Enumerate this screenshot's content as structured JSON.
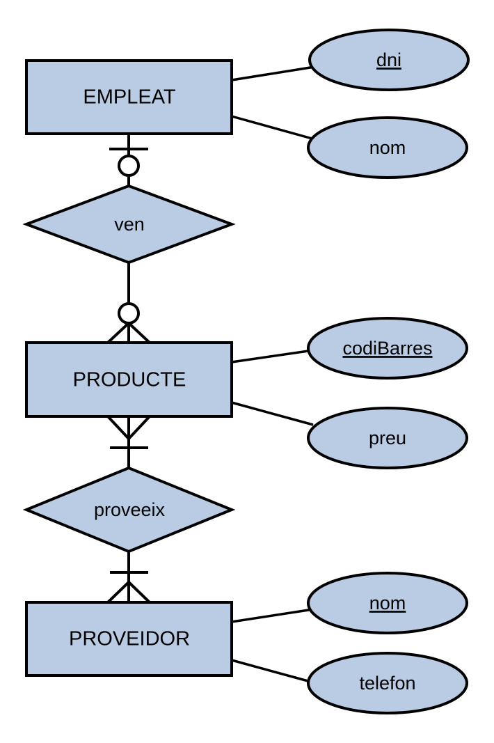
{
  "diagram": {
    "type": "entity-relationship-diagram",
    "notation": "crows-foot",
    "language": "ca",
    "colors": {
      "shape_fill": "#b9cce4",
      "stroke": "#000000",
      "background": "#ffffff",
      "text": "#000000"
    },
    "entities": [
      {
        "id": "empleat",
        "label": "EMPLEAT",
        "attributes": [
          {
            "id": "empleat-dni",
            "label": "dni",
            "primary_key": true
          },
          {
            "id": "empleat-nom",
            "label": "nom",
            "primary_key": false
          }
        ]
      },
      {
        "id": "producte",
        "label": "PRODUCTE",
        "attributes": [
          {
            "id": "producte-codibarres",
            "label": "codiBarres",
            "primary_key": true
          },
          {
            "id": "producte-preu",
            "label": "preu",
            "primary_key": false
          }
        ]
      },
      {
        "id": "proveidor",
        "label": "PROVEIDOR",
        "attributes": [
          {
            "id": "proveidor-nom",
            "label": "nom",
            "primary_key": true
          },
          {
            "id": "proveidor-telefon",
            "label": "telefon",
            "primary_key": false
          }
        ]
      }
    ],
    "relationships": [
      {
        "id": "ven",
        "label": "ven",
        "from": "empleat",
        "to": "producte",
        "from_cardinality": "zero-or-one",
        "to_cardinality": "zero-or-many"
      },
      {
        "id": "proveeix",
        "label": "proveeix",
        "from": "producte",
        "to": "proveidor",
        "from_cardinality": "one-and-only-one",
        "to_cardinality": "one-or-many"
      }
    ]
  }
}
